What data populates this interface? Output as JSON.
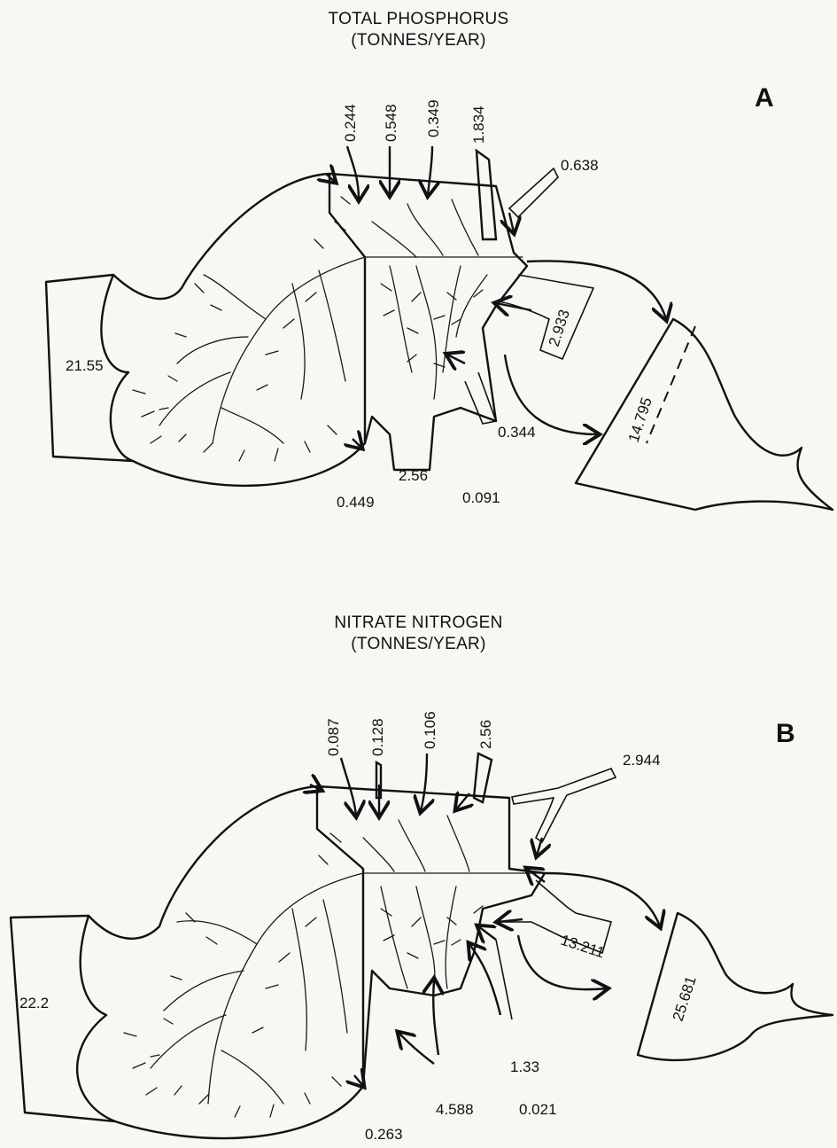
{
  "panel_a": {
    "title_line1": "TOTAL PHOSPHORUS",
    "title_line2": "(TONNES/YEAR)",
    "letter": "A",
    "values": {
      "top_1": "0.244",
      "top_2": "0.548",
      "top_3": "0.349",
      "top_4": "1.834",
      "upper_right_inflow": "0.638",
      "east_inflow": "2.933",
      "outflow": "14.795",
      "west_region": "21.55",
      "south_center": "2.56",
      "south_east": "0.344",
      "bottom_left": "0.449",
      "bottom_right": "0.091"
    }
  },
  "panel_b": {
    "title_line1": "NITRATE NITROGEN",
    "title_line2": "(TONNES/YEAR)",
    "letter": "B",
    "values": {
      "top_1": "0.087",
      "top_2": "0.128",
      "top_3": "0.106",
      "top_4": "2.56",
      "upper_right_inflow": "2.944",
      "east_inflow": "13.211",
      "outflow": "25.681",
      "west_region": "22.2",
      "south_center": "4.588",
      "south_east": "1.33",
      "bottom_left": "0.263",
      "bottom_right": "0.021"
    }
  }
}
